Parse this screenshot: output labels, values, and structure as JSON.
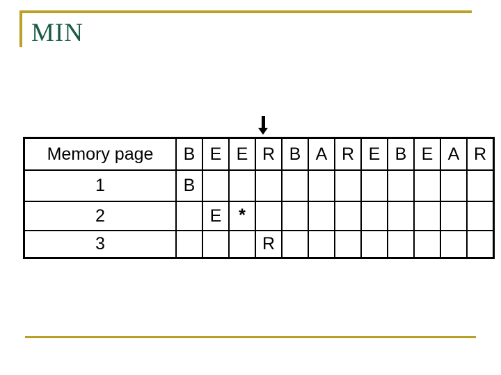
{
  "slide": {
    "title": "MIN"
  },
  "colors": {
    "accent_gold": "#BBA028",
    "title_green": "#1A5C42",
    "placed_letter": "#B573D9",
    "hit_marker": "#CC1122",
    "table_border": "#000000"
  },
  "annotations": {
    "arrow_icon": "down-arrow-icon",
    "arrow_points_to_reference_index": 4
  },
  "table": {
    "header_label": "Memory page",
    "reference_string": [
      "B",
      "E",
      "E",
      "R",
      "B",
      "A",
      "R",
      "E",
      "B",
      "E",
      "A",
      "R"
    ],
    "rows": [
      {
        "label": "1",
        "cells": [
          "B",
          "",
          "",
          "",
          "",
          "",
          "",
          "",
          "",
          "",
          "",
          ""
        ]
      },
      {
        "label": "2",
        "cells": [
          "",
          "E",
          "*",
          "",
          "",
          "",
          "",
          "",
          "",
          "",
          "",
          ""
        ]
      },
      {
        "label": "3",
        "cells": [
          "",
          "",
          "",
          "R",
          "",
          "",
          "",
          "",
          "",
          "",
          "",
          ""
        ]
      }
    ]
  }
}
